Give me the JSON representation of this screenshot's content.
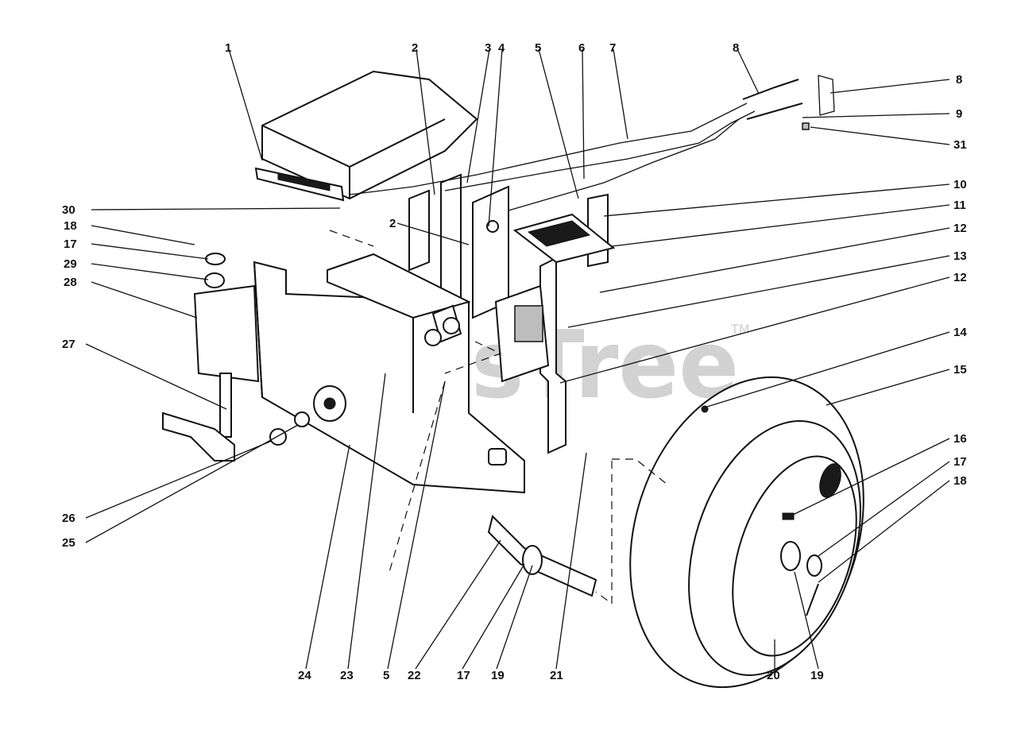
{
  "watermark": {
    "text": "PartsTree",
    "trademark": "TM"
  },
  "callouts": [
    {
      "n": "1"
    },
    {
      "n": "2"
    },
    {
      "n": "3"
    },
    {
      "n": "4"
    },
    {
      "n": "5"
    },
    {
      "n": "6"
    },
    {
      "n": "7"
    },
    {
      "n": "8"
    },
    {
      "n": "8"
    },
    {
      "n": "9"
    },
    {
      "n": "31"
    },
    {
      "n": "10"
    },
    {
      "n": "11"
    },
    {
      "n": "12"
    },
    {
      "n": "13"
    },
    {
      "n": "12"
    },
    {
      "n": "14"
    },
    {
      "n": "15"
    },
    {
      "n": "16"
    },
    {
      "n": "17"
    },
    {
      "n": "18"
    },
    {
      "n": "30"
    },
    {
      "n": "18"
    },
    {
      "n": "17"
    },
    {
      "n": "29"
    },
    {
      "n": "28"
    },
    {
      "n": "27"
    },
    {
      "n": "26"
    },
    {
      "n": "25"
    },
    {
      "n": "2"
    },
    {
      "n": "24"
    },
    {
      "n": "23"
    },
    {
      "n": "5"
    },
    {
      "n": "22"
    },
    {
      "n": "17"
    },
    {
      "n": "19"
    },
    {
      "n": "21"
    },
    {
      "n": "20"
    },
    {
      "n": "19"
    }
  ]
}
